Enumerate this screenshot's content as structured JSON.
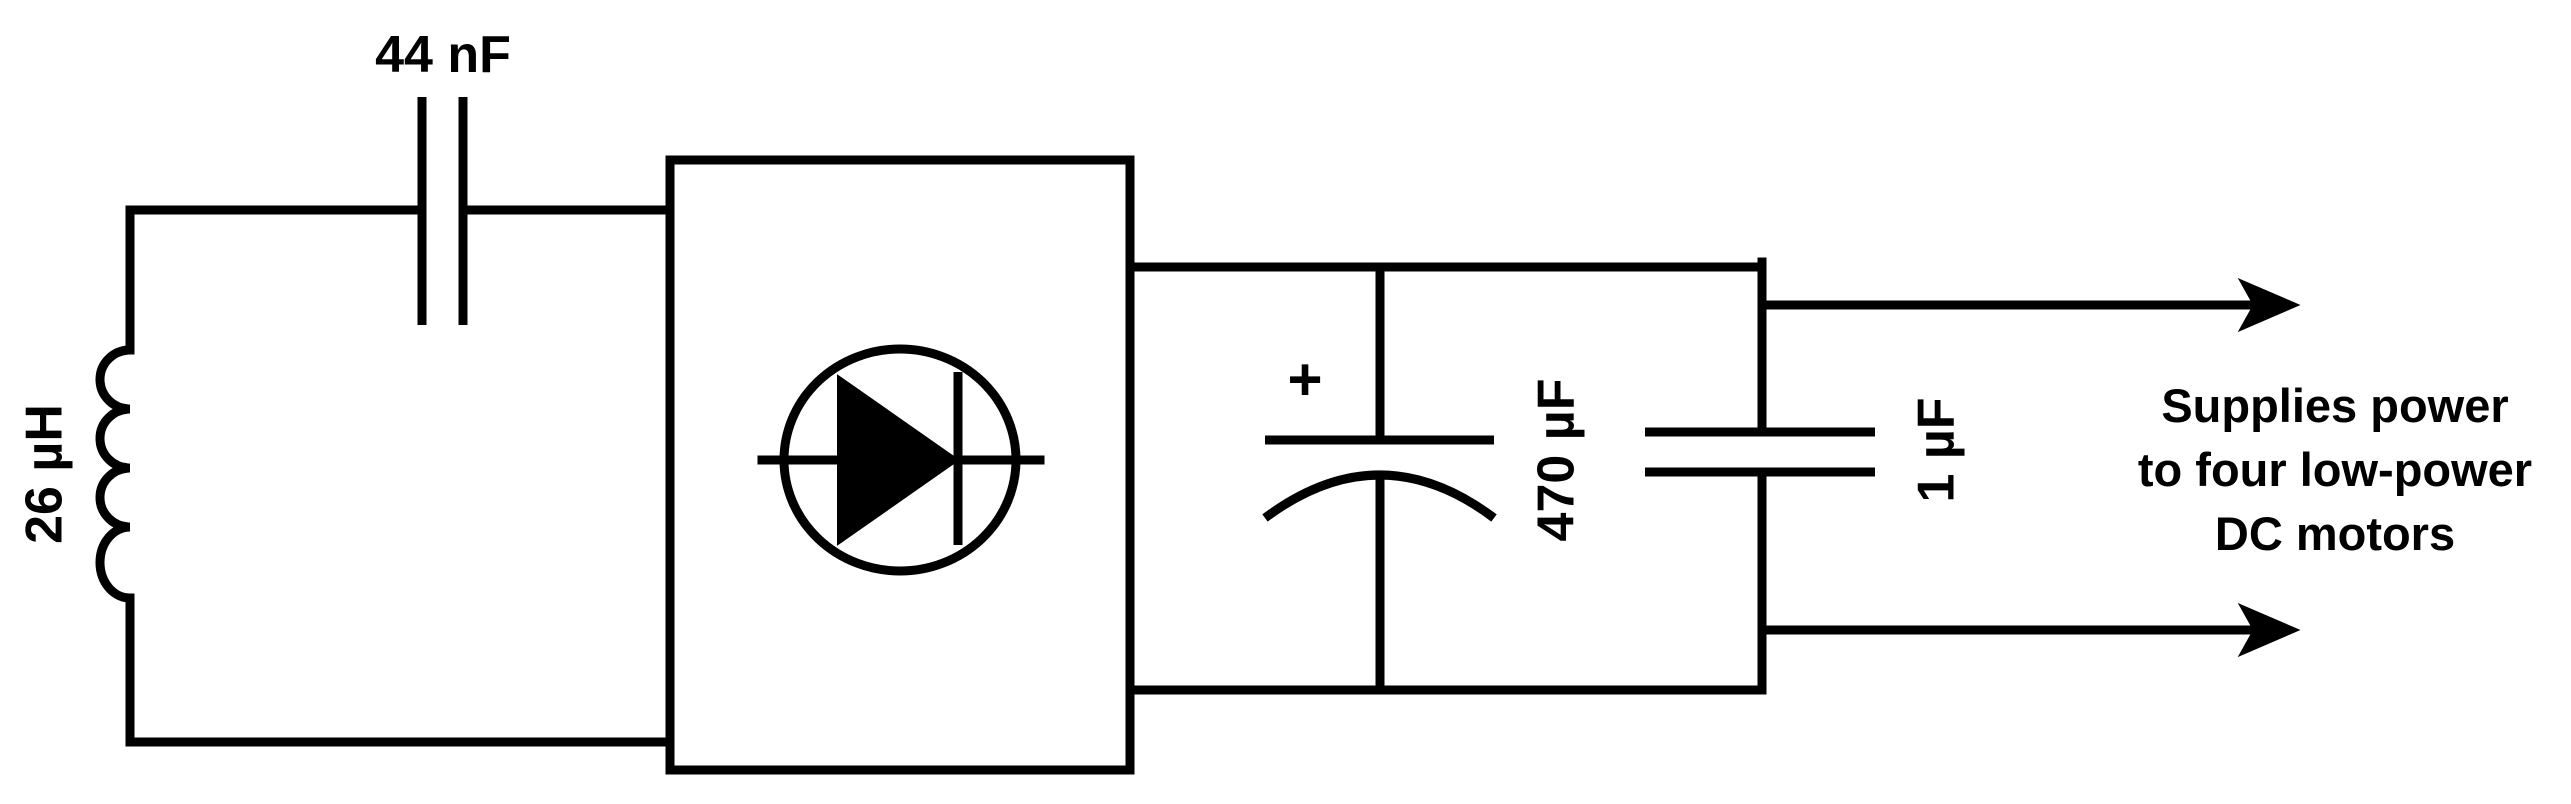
{
  "diagram": {
    "type": "circuit-schematic",
    "line_color": "#000000",
    "background": "#ffffff",
    "components": {
      "inductor": {
        "icon": "inductor-coil-icon",
        "label": "26 µH"
      },
      "series_capacitor": {
        "icon": "capacitor-icon",
        "label": "44 nF"
      },
      "rectifier": {
        "icon": "diode-in-circle-icon"
      },
      "electrolytic_capacitor": {
        "icon": "polarized-capacitor-icon",
        "polarity_mark": "+",
        "label": "470 µF"
      },
      "filter_capacitor": {
        "icon": "capacitor-icon",
        "label": "1 µF"
      }
    },
    "output_note": {
      "line1": "Supplies power",
      "line2": "to four low-power",
      "line3": "DC motors"
    }
  }
}
